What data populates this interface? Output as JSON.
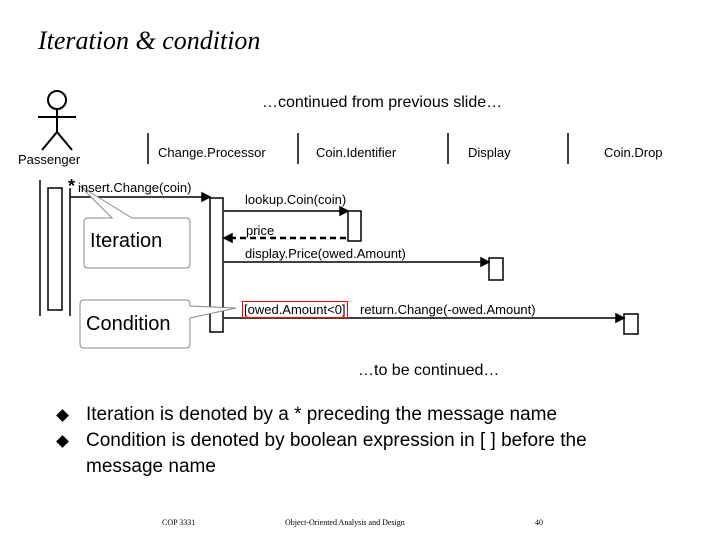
{
  "slide": {
    "title": "Iteration & condition",
    "continued_from": "…continued from previous slide…",
    "to_be_continued": "…to be continued…"
  },
  "actors": {
    "passenger": "Passenger",
    "change_processor": "Change.Processor",
    "coin_identifier": "Coin.Identifier",
    "display": "Display",
    "coin_drop": "Coin.Drop"
  },
  "messages": {
    "insert_change": "insert.Change(coin)",
    "iteration_star": "*",
    "lookup_coin": "lookup.Coin(coin)",
    "price": "price",
    "display_price": "display.Price(owed.Amount)",
    "condition_guard": "[owed.Amount<0]",
    "return_change": "return.Change(-owed.Amount)"
  },
  "callouts": {
    "iteration": "Iteration",
    "condition": "Condition"
  },
  "bullets": [
    "Iteration is denoted by a * preceding the message name",
    "Condition is denoted by boolean expression in [ ] before the message name"
  ],
  "footer": {
    "course": "COP 3331",
    "subject": "Object-Oriented Analysis and Design",
    "page": "40"
  },
  "colors": {
    "guard_highlight": "#ff0000",
    "line": "#000000",
    "background": "#ffffff"
  }
}
